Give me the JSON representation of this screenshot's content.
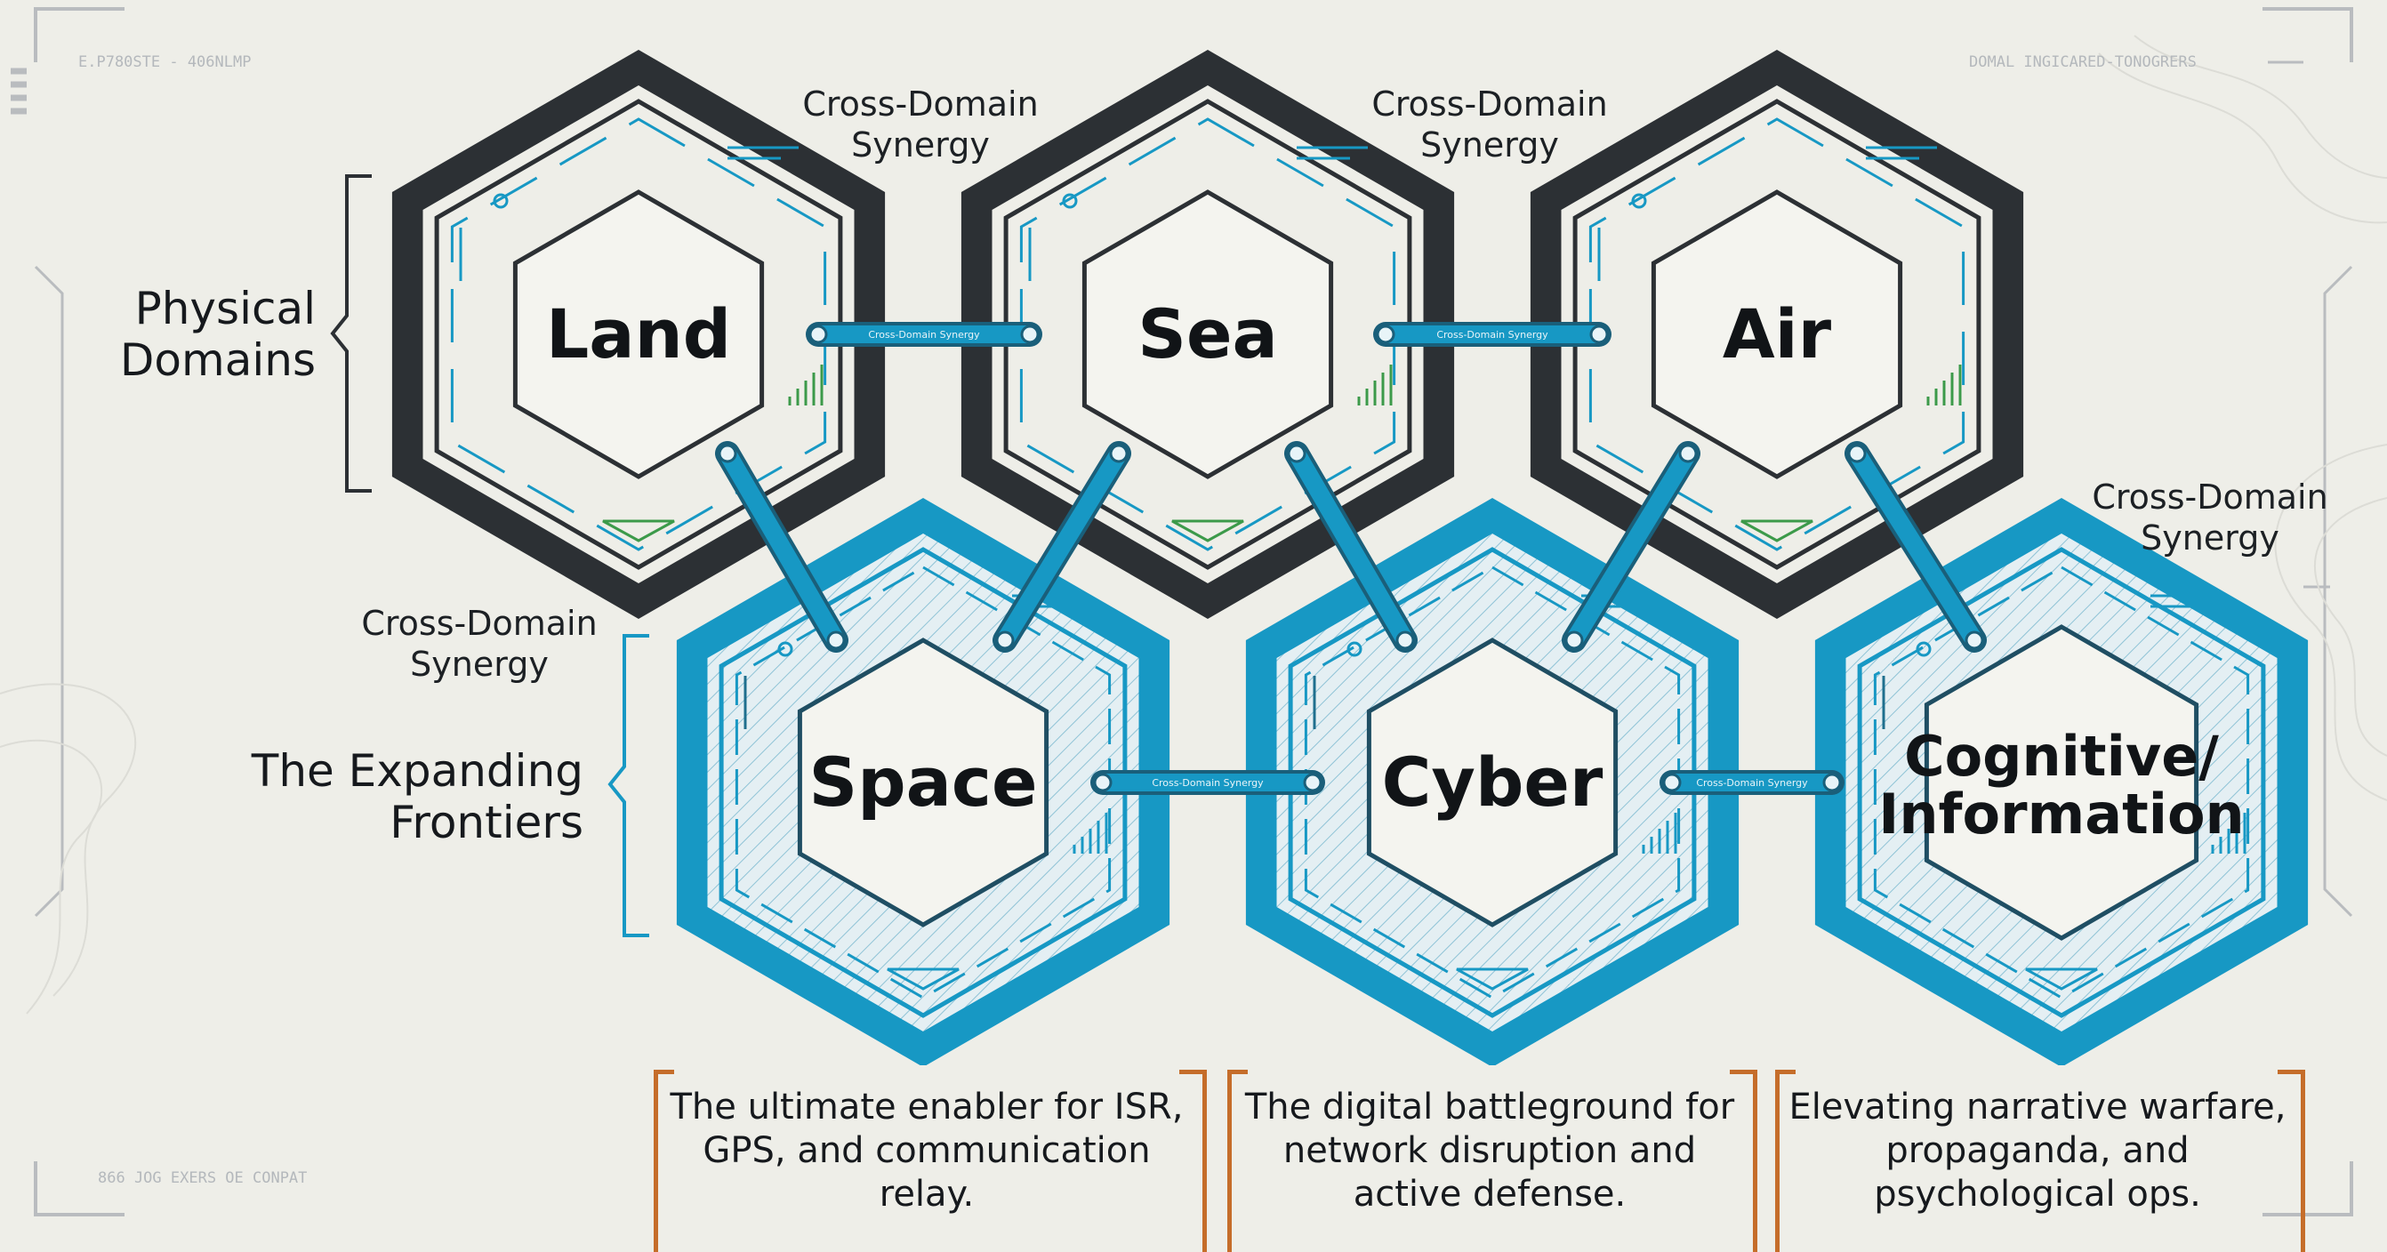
{
  "groups": {
    "physical": "Physical\nDomains",
    "frontiers": "The Expanding\nFrontiers"
  },
  "domains": [
    {
      "id": "land",
      "label": "Land",
      "kind": "physical"
    },
    {
      "id": "sea",
      "label": "Sea",
      "kind": "physical"
    },
    {
      "id": "air",
      "label": "Air",
      "kind": "physical"
    },
    {
      "id": "space",
      "label": "Space",
      "kind": "frontier"
    },
    {
      "id": "cyber",
      "label": "Cyber",
      "kind": "frontier"
    },
    {
      "id": "cognitive",
      "label": "Cognitive/\nInformation",
      "kind": "frontier"
    }
  ],
  "synergy_labels": [
    "Cross-Domain\nSynergy",
    "Cross-Domain\nSynergy",
    "Cross-Domain\nSynergy",
    "Cross-Domain\nSynergy"
  ],
  "connector_text": "Cross-Domain Synergy",
  "descriptions": {
    "space": "The ultimate enabler for ISR,\nGPS, and communication\nrelay.",
    "cyber": "The digital battleground for\nnetwork disruption and\nactive defense.",
    "cognitive": "Elevating narrative warfare,\npropaganda, and\npsychological ops."
  },
  "colors": {
    "physical": "#2c3034",
    "frontier": "#1798c4",
    "accent_green": "#3c9a4a",
    "bracket": "#c56d2a",
    "background": "#eeeee8"
  },
  "hud": {
    "top_left": "E.P780STE - 406NLMP",
    "top_right": "DOMAL INGICARED-TONOGRERS",
    "bottom_left": "866 JOG EXERS OE CONPAT"
  }
}
